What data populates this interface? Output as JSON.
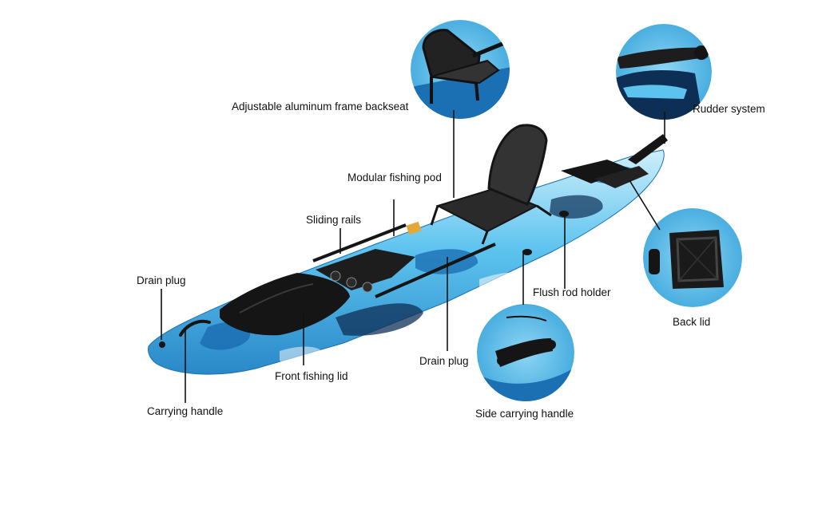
{
  "labels": {
    "backseat": "Adjustable aluminum frame backseat",
    "rudder": "Rudder system",
    "fishing_pod": "Modular fishing pod",
    "sliding_rails": "Sliding rails",
    "drain_plug_front": "Drain plug",
    "flush_rod_holder": "Flush rod holder",
    "back_lid": "Back lid",
    "drain_plug_middle": "Drain plug",
    "front_fishing_lid": "Front fishing lid",
    "carrying_handle": "Carrying handle",
    "side_carrying_handle": "Side carrying handle"
  },
  "colors": {
    "hull_light": "#bfe6f7",
    "hull_mid": "#5cc3ee",
    "hull_dark": "#1b6fb3",
    "hull_navy": "#0d2f55",
    "black": "#151515",
    "leader": "#111111"
  }
}
